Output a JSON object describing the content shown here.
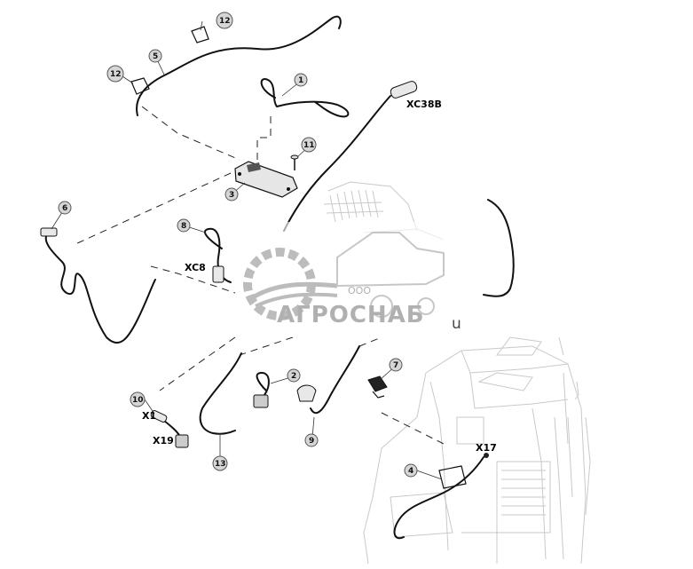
{
  "callouts": {
    "c1": "1",
    "c2": "2",
    "c3": "3",
    "c4": "4",
    "c5": "5",
    "c6": "6",
    "c7": "7",
    "c8": "8",
    "c9": "9",
    "c10": "10",
    "c11": "11",
    "c12a": "12",
    "c12b": "12",
    "c13": "13"
  },
  "connectors": {
    "xc38b": "XC38B",
    "xc8": "XC8",
    "x1": "X1",
    "x19": "X19",
    "x17": "X17"
  },
  "watermark": {
    "prefix": "ООО",
    "brand": "АГРОСНАБ",
    "suffix": "u"
  },
  "colors": {
    "callout_fill": "#d6d6d6",
    "line": "#111111",
    "watermark": "#a8a8a8"
  }
}
